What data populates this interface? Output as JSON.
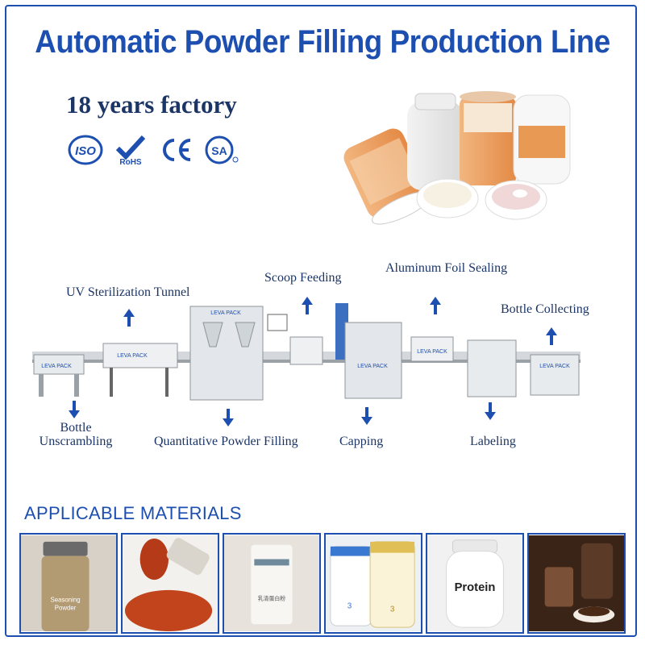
{
  "title": "Automatic Powder Filling Production Line",
  "factory_text": "18 years factory",
  "certifications": [
    "ISO",
    "RoHS",
    "CE",
    "CSA"
  ],
  "steps_top": [
    "UV Sterilization Tunnel",
    "Scoop Feeding",
    "Aluminum Foil Sealing",
    "Bottle Collecting"
  ],
  "steps_bottom": [
    "Bottle\nUnscrambling",
    "Quantitative Powder Filling",
    "Capping",
    "Labeling"
  ],
  "brand": "LEVA PACK",
  "materials_heading": "APPLICABLE MATERIALS",
  "materials": [
    {
      "name": "seasoning-powder-jar",
      "label": "Seasoning\nPowder"
    },
    {
      "name": "chili-powder"
    },
    {
      "name": "protein-powder-bag",
      "label": "乳清蛋白粉"
    },
    {
      "name": "milk-powder-cans"
    },
    {
      "name": "protein-tub",
      "label": "Protein"
    },
    {
      "name": "coffee-powder"
    }
  ],
  "colors": {
    "brand_blue": "#1d4fb0",
    "text_navy": "#1b3566"
  }
}
